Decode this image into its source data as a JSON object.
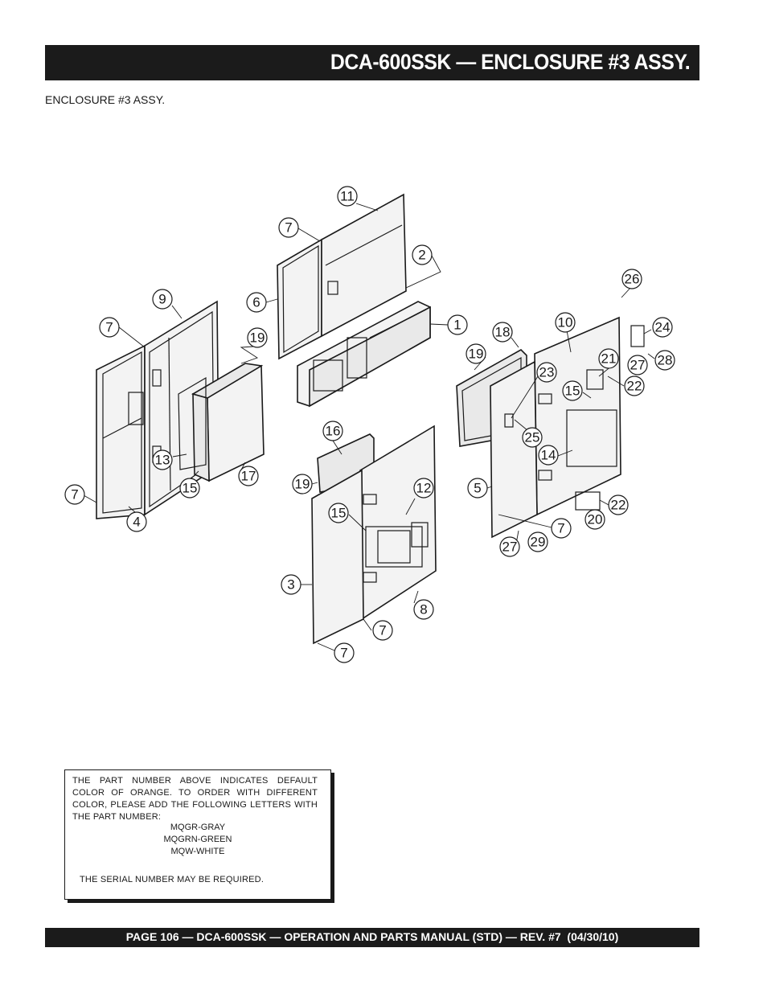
{
  "header": {
    "title": "DCA-600SSK — ENCLOSURE #3 ASSY."
  },
  "section_label": "ENCLOSURE #3 ASSY.",
  "diagram": {
    "callouts": [
      "11",
      "7",
      "2",
      "6",
      "1",
      "9",
      "7",
      "19",
      "7",
      "13",
      "15",
      "17",
      "4",
      "16",
      "19",
      "12",
      "15",
      "3",
      "8",
      "7",
      "7",
      "18",
      "19",
      "10",
      "26",
      "24",
      "21",
      "27",
      "28",
      "23",
      "15",
      "22",
      "25",
      "14",
      "5",
      "22",
      "20",
      "7",
      "27",
      "29"
    ]
  },
  "note": {
    "paragraph": "THE PART NUMBER ABOVE INDICATES DEFAULT COLOR OF ORANGE.  TO ORDER WITH DIFFERENT COLOR, PLEASE ADD THE FOLLOWING LETTERS WITH THE PART NUMBER:",
    "colors": [
      "MQGR-GRAY",
      "MQGRN-GREEN",
      "MQW-WHITE"
    ],
    "serial": "THE SERIAL NUMBER MAY BE REQUIRED."
  },
  "footer": {
    "text": "PAGE 106 — DCA-600SSK — OPERATION AND PARTS MANUAL (STD) — REV. #7  (04/30/10)"
  }
}
